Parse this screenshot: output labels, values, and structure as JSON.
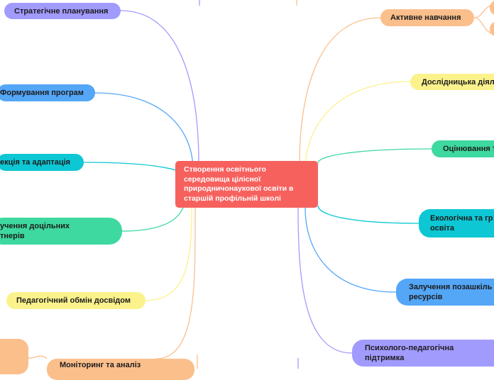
{
  "center": {
    "label": "Створення освітнього середовища цілісної природничонаукової освіти в старшій профільній школі",
    "color": "#f6615e"
  },
  "left_branches": [
    {
      "label": "Стратегічне планування",
      "color": "#a29bfe"
    },
    {
      "label": "Формування програм",
      "color": "#54a6f7"
    },
    {
      "label": "екція та адаптація",
      "color": "#0dc7d4"
    },
    {
      "label": "учення доцільних\nтнерів",
      "color": "#3ed9a0"
    },
    {
      "label": "Педагогічний обмін досвідом",
      "color": "#fbf28c"
    },
    {
      "label": "Моніторинг та аналіз",
      "color": "#fbbf8c"
    }
  ],
  "right_branches": [
    {
      "label": "Активне навчання",
      "color": "#fbbf8c"
    },
    {
      "label": "Дослідницька діял",
      "color": "#fbf28c"
    },
    {
      "label": "Оцінювання т",
      "color": "#3ed9a0"
    },
    {
      "label": "Екологічна та гр\nосвіта",
      "color": "#0dc7d4"
    },
    {
      "label": "Залучення позашкіль\nресурсів",
      "color": "#54a6f7"
    },
    {
      "label": "Психолого-педагогічна\nпідтримка",
      "color": "#a29bfe"
    }
  ]
}
